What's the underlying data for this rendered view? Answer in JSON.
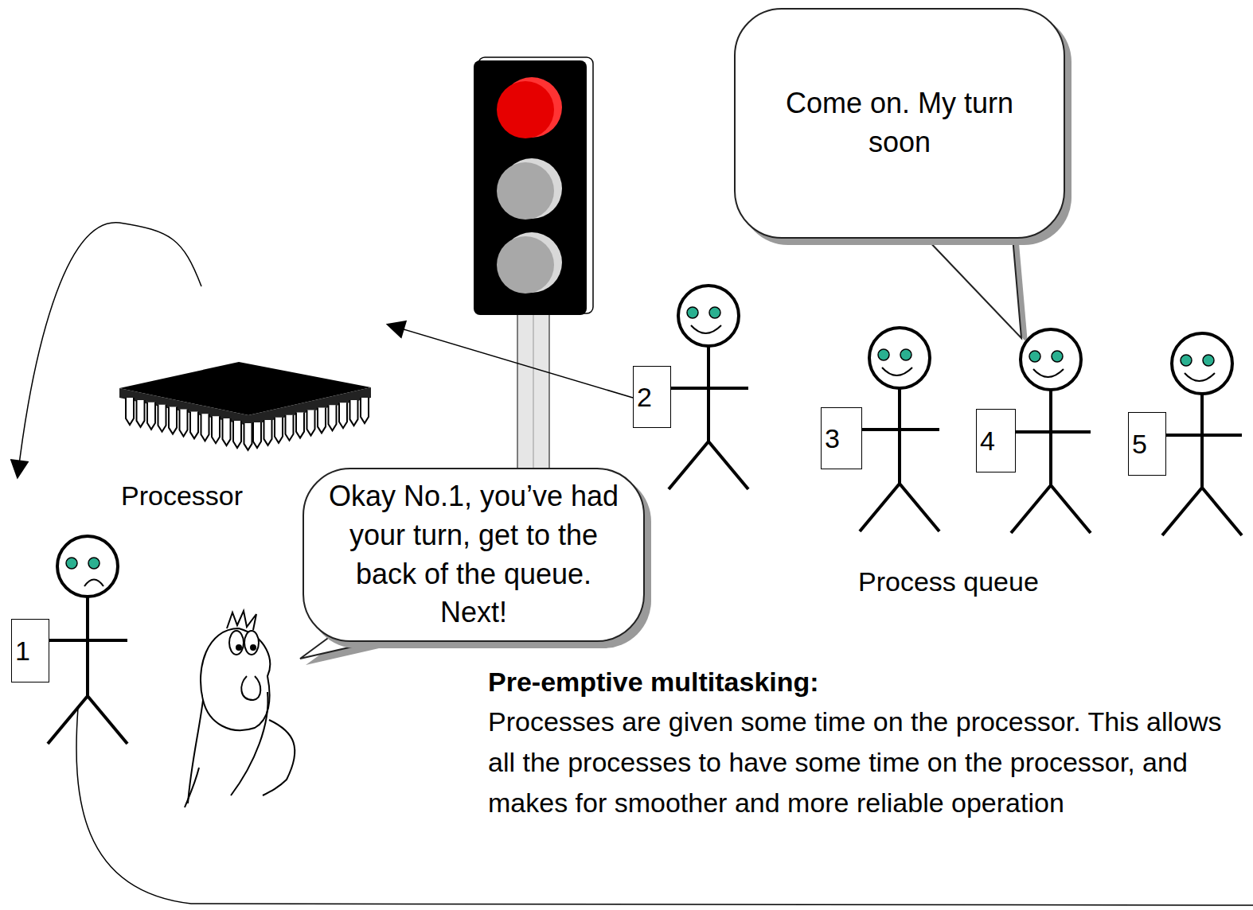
{
  "diagram": {
    "nodes": [
      {
        "text": [
          "Come on. My turn soon"
        ]
      },
      {
        "text": [
          "2"
        ]
      },
      {
        "text": [
          "3"
        ]
      },
      {
        "text": [
          "4"
        ]
      },
      {
        "text": [
          "5"
        ]
      },
      {
        "text": [
          "Okay No.1, you’ve had your turn, get to the back of the queue. Next!"
        ]
      },
      {
        "text": [
          "1"
        ]
      }
    ],
    "labels": [
      "Processor",
      "Process queue",
      "Pre-emptive multitasking:",
      "Processes are given some time on the processor. This allows all the processes to have some time on the processor, and makes for smoother and more reliable operation"
    ]
  }
}
